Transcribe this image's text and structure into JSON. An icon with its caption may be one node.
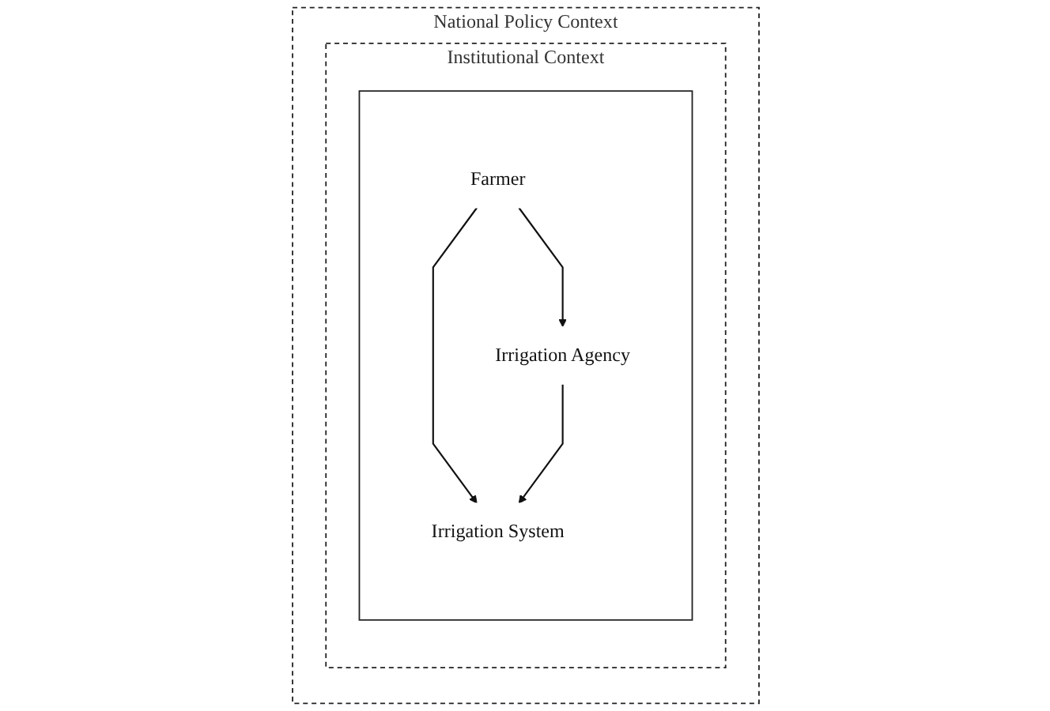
{
  "diagram": {
    "nodes": [
      {
        "text": [
          "National Policy Context"
        ]
      },
      {
        "text": [
          "Institutional Context"
        ],
        "in": 0
      },
      {
        "text": [],
        "shape": "box",
        "in": 1
      },
      {
        "text": [
          "Farmer"
        ],
        "in": 2
      },
      {
        "text": [
          "Irrigation System"
        ],
        "in": 2
      },
      {
        "text": [
          "Irrigation Agency"
        ],
        "in": 2
      }
    ],
    "edges": [
      {
        "from": 3,
        "to": 4,
        "arrow": "to"
      },
      {
        "from": 3,
        "to": 5,
        "arrow": "to"
      },
      {
        "from": 5,
        "to": 4,
        "arrow": "to"
      }
    ]
  }
}
